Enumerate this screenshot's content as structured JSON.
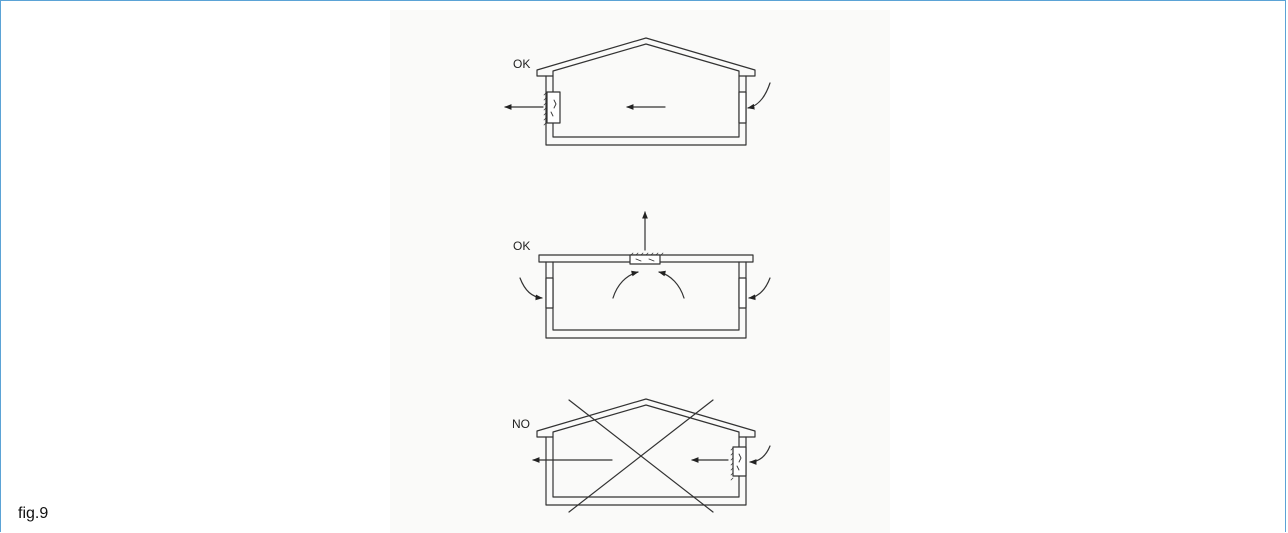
{
  "caption": "fig.9",
  "scenarios": [
    {
      "label": "OK"
    },
    {
      "label": "OK"
    },
    {
      "label": "NO"
    }
  ]
}
